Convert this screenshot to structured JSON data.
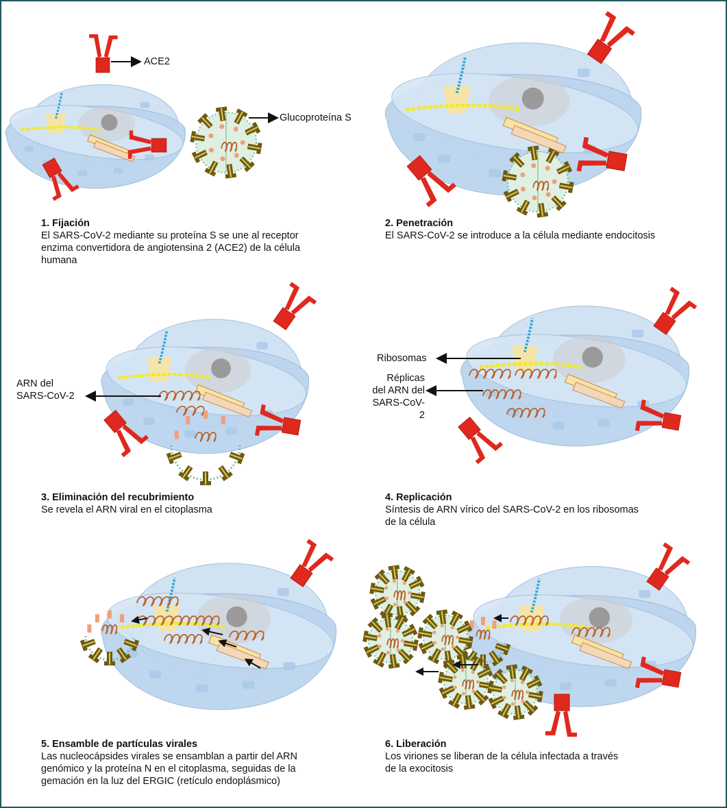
{
  "figure": {
    "frame_color": "#1f5a5c",
    "colors": {
      "cell_fill": "#c9ddf1",
      "cell_stroke": "#9fbfdd",
      "cell_patch": "#a9c8e8",
      "receptor": "#e0281e",
      "receptor_dark": "#b51a12",
      "nucleus": "#cfcfcf",
      "nucleolus": "#9a9a9a",
      "ribosome": "#f8e3a0",
      "er": "#f3d8b8",
      "mrna_yellow": "#f2ea2a",
      "peptide_blue": "#2aa7d8",
      "rna_coil": "#b8612a",
      "virus_fill": "#dff0e2",
      "spike": "#6b5a12",
      "spike_band": "#e7c84a",
      "n_protein": "#f0a07a"
    },
    "panels": [
      {
        "id": "fijacion",
        "title": "1. Fijación",
        "description": "El SARS-CoV-2 mediante su proteína S se une al receptor\nenzima convertidora de angiotensina 2 (ACE2) de la célula\nhumana",
        "labels": [
          "ACE2",
          "Glucoproteína S"
        ]
      },
      {
        "id": "penetracion",
        "title": "2. Penetración",
        "description": "El SARS-CoV-2 se introduce a la célula mediante endocitosis",
        "labels": []
      },
      {
        "id": "eliminacion",
        "title": "3. Eliminación del recubrimiento",
        "description": "Se revela el ARN viral en el citoplasma",
        "labels": [
          "ARN del\nSARS-CoV-2"
        ]
      },
      {
        "id": "replicacion",
        "title": "4. Replicación",
        "description": "Síntesis de ARN  vírico  del SARS-CoV-2 en los ribosomas\nde la célula",
        "labels": [
          "Ribosomas",
          "Réplicas\ndel ARN del\nSARS-CoV-2"
        ]
      },
      {
        "id": "ensamble",
        "title": "5. Ensamble de partículas virales",
        "description": "Las nucleocápsides virales se ensamblan a partir del ARN\ngenómico y la proteína N en el citoplasma, seguidas de la\ngemación en la luz del ERGIC (retículo endoplásmico)",
        "labels": []
      },
      {
        "id": "liberacion",
        "title": "6. Liberación",
        "description": "Los viriones se liberan de la célula infectada a través\nde la exocitosis",
        "labels": []
      }
    ]
  }
}
